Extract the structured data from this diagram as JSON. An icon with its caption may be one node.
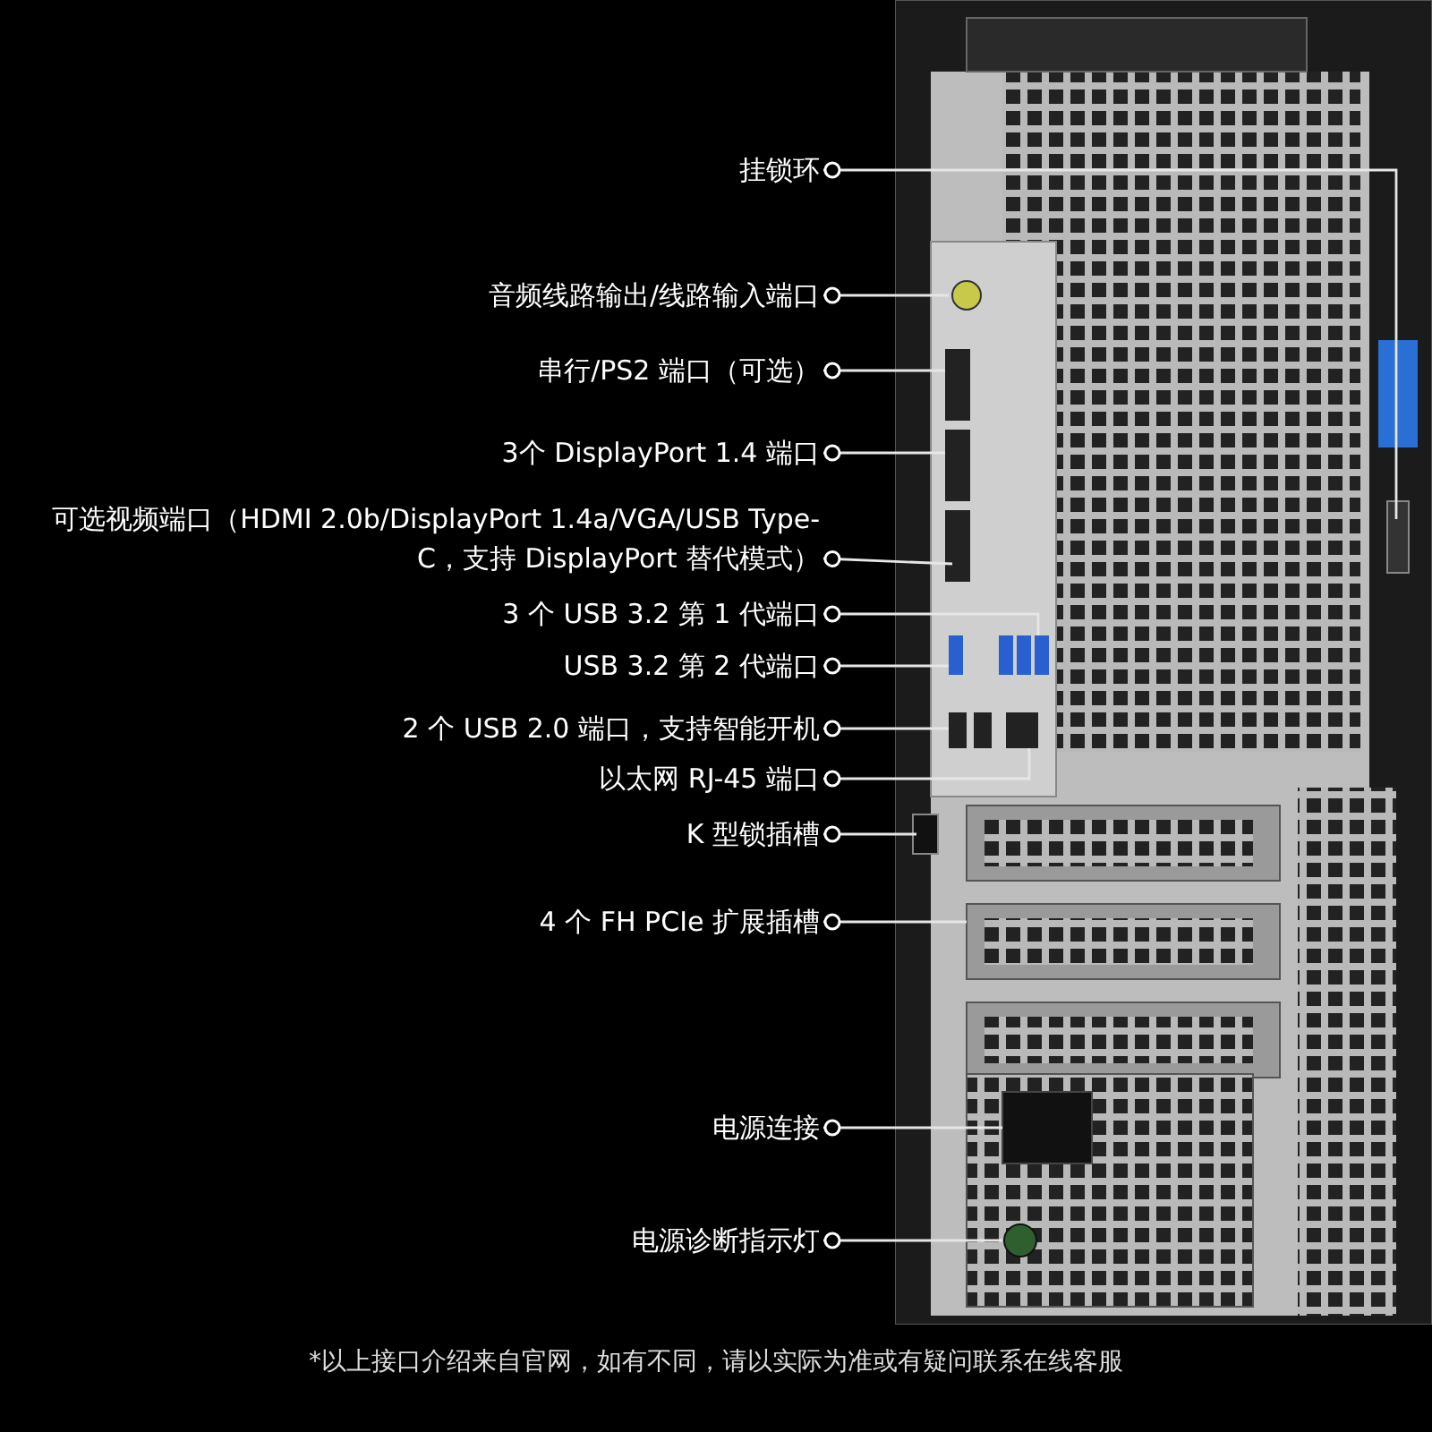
{
  "diagram": {
    "nodes": [
      {
        "text": [
          "挂锁环"
        ]
      },
      {
        "text": [
          "音频线路输出/线路输入端口"
        ]
      },
      {
        "text": [
          "串行/PS2 端口（可选）"
        ]
      },
      {
        "text": [
          "3个 DisplayPort 1.4 端口"
        ]
      },
      {
        "text": [
          "可选视频端口（HDMI 2.0b/DisplayPort 1.4a/VGA/USB Type-C，支持 DisplayPort 替代模式）"
        ]
      },
      {
        "text": [
          "3 个 USB 3.2 第 1 代端口"
        ]
      },
      {
        "text": [
          "USB 3.2 第 2 代端口"
        ]
      },
      {
        "text": [
          "2 个 USB 2.0 端口，支持智能开机"
        ]
      },
      {
        "text": [
          "以太网 RJ-45 端口"
        ]
      },
      {
        "text": [
          "K 型锁插槽"
        ]
      },
      {
        "text": [
          "4 个 FH PCIe 扩展插槽"
        ]
      },
      {
        "text": [
          "电源连接"
        ]
      },
      {
        "text": [
          "电源诊断指示灯"
        ]
      }
    ],
    "edges": [
      {
        "from": 0,
        "to": null,
        "arrow": "other"
      },
      {
        "from": 1,
        "to": null,
        "arrow": "other"
      },
      {
        "from": 2,
        "to": null,
        "arrow": "other"
      },
      {
        "from": 3,
        "to": null,
        "arrow": "other"
      },
      {
        "from": 4,
        "to": null,
        "arrow": "other"
      },
      {
        "from": 5,
        "to": null,
        "arrow": "other"
      },
      {
        "from": 6,
        "to": null,
        "arrow": "other"
      },
      {
        "from": 7,
        "to": null,
        "arrow": "other"
      },
      {
        "from": 8,
        "to": null,
        "arrow": "other"
      },
      {
        "from": 9,
        "to": null,
        "arrow": "other"
      },
      {
        "from": 10,
        "to": null,
        "arrow": "other"
      },
      {
        "from": 11,
        "to": null,
        "arrow": "other"
      },
      {
        "from": 12,
        "to": null,
        "arrow": "other"
      }
    ],
    "labels": [
      "*以上接口介绍来自官网，如有不同，请以实际为准或有疑问联系在线客服"
    ]
  }
}
